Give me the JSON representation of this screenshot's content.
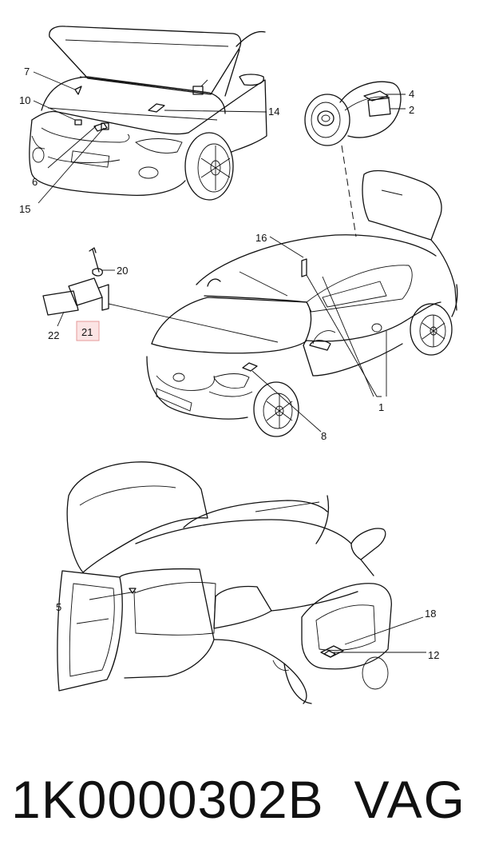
{
  "callouts": {
    "c7": "7",
    "c10": "10",
    "c14": "14",
    "c6": "6",
    "c15": "15",
    "c4": "4",
    "c2": "2",
    "c16": "16",
    "c20": "20",
    "c22": "22",
    "c21": "21",
    "c1": "1",
    "c8": "8",
    "c5": "5",
    "c18": "18",
    "c12": "12"
  },
  "highlighted_callout": "21",
  "highlight_color": "#fbe4e4",
  "footer": {
    "part_number": "1K0000302B",
    "brand": "VAG"
  }
}
